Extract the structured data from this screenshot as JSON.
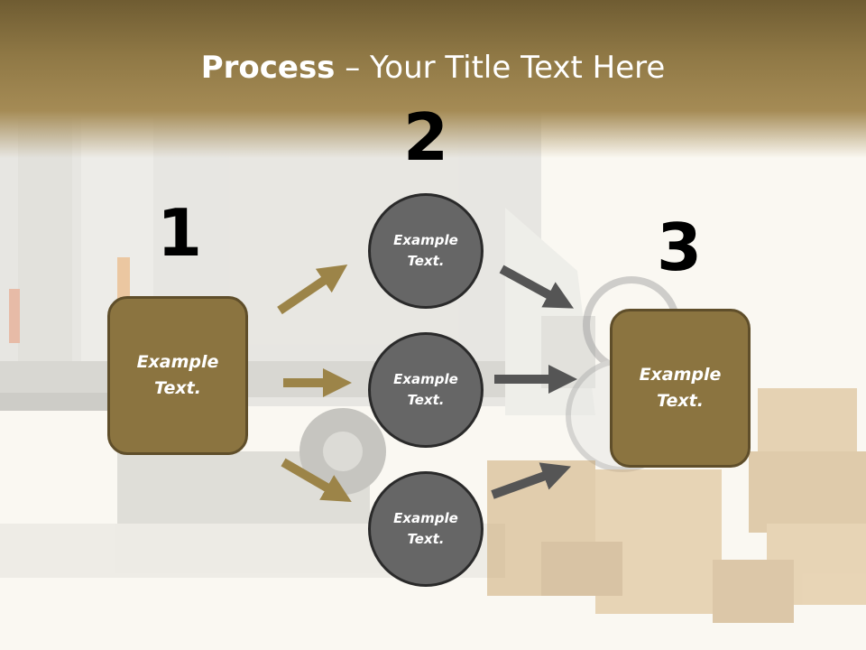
{
  "slide": {
    "title_bold": "Process",
    "title_rest": " – Your Title Text Here"
  },
  "steps": {
    "n1": "1",
    "n2": "2",
    "n3": "3"
  },
  "left_box": {
    "line1": "Example",
    "line2": "Text."
  },
  "right_box": {
    "line1": "Example",
    "line2": "Text."
  },
  "circles": [
    {
      "line1": "Example",
      "line2": "Text."
    },
    {
      "line1": "Example",
      "line2": "Text."
    },
    {
      "line1": "Example",
      "line2": "Text."
    }
  ],
  "colors": {
    "header": "#8f7845",
    "box_fill": "#8b7440",
    "circle_fill": "#666666",
    "arrow_gold": "#9c8448",
    "arrow_gray": "#555555"
  }
}
